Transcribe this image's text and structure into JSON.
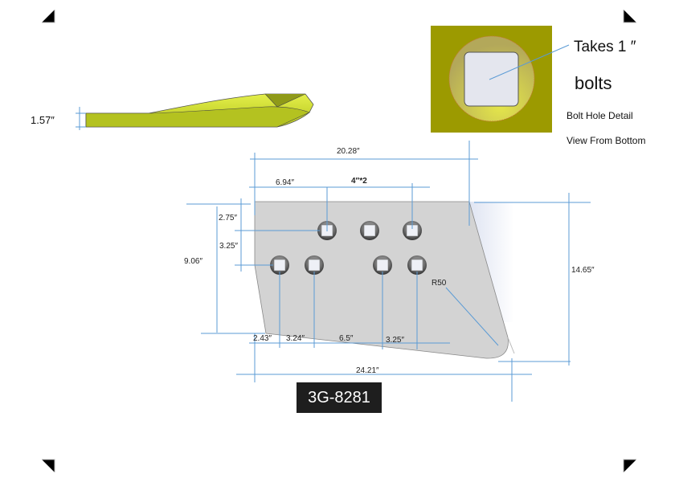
{
  "side_view": {
    "thickness_label": "1.57″"
  },
  "detail": {
    "takes_label": "Takes  1 ″",
    "bolts_label": "bolts",
    "caption_1": "Bolt Hole Detail",
    "caption_2": "View From Bottom"
  },
  "dimensions": {
    "overall_top_width": "20.28″",
    "first_hole_offset": "6.94″",
    "hole_spacing": "4″*2",
    "top_to_row1": "2.75″",
    "row_spacing": "3.25″",
    "left_height": "9.06″",
    "right_height": "14.65″",
    "radius": "R50",
    "bottom_1": "2.43″",
    "bottom_2": "3.24″",
    "bottom_3": "6.5″",
    "bottom_4": "3.25″",
    "overall_bottom_width": "24.21″"
  },
  "part_number": "3G-8281",
  "colors": {
    "blade": "#c8d62a",
    "detail_bg": "#9c9a00",
    "dimension": "#5b9bd5",
    "plate": "#d3d3d3"
  }
}
